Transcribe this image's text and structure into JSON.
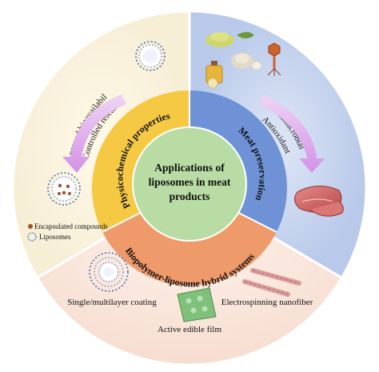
{
  "center": {
    "line1": "Applications of",
    "line2": "liposomes in meat",
    "line3": "products"
  },
  "ring": {
    "left": "Physicochemical properties",
    "right": "Meat preservation",
    "bottom": "Biopolymer-liposome hybrid systems"
  },
  "outer_left": {
    "label_improved": "Improved bioavailability",
    "label_controlled": "Controlled release"
  },
  "outer_right": {
    "label_antimicrobial": "Antimicrobial",
    "label_antioxidant": "Antioxidant"
  },
  "legend": {
    "encapsulated": "Encapsulated compounds",
    "liposomes": "Liposomes"
  },
  "outer_bottom": {
    "coating": "Single/multilayer coating",
    "film": "Active edible film",
    "nanofiber": "Electrospinning nanofiber"
  },
  "colors": {
    "left_sector": "#fdf6e3",
    "right_sector": "#c9d7ef",
    "bottom_sector": "#fbe9e0",
    "ring_left": "#f6c945",
    "ring_right": "#6f92d6",
    "ring_bottom": "#ef9a6b",
    "center": "#b8dca4",
    "arrow": "#d9a2e6"
  }
}
